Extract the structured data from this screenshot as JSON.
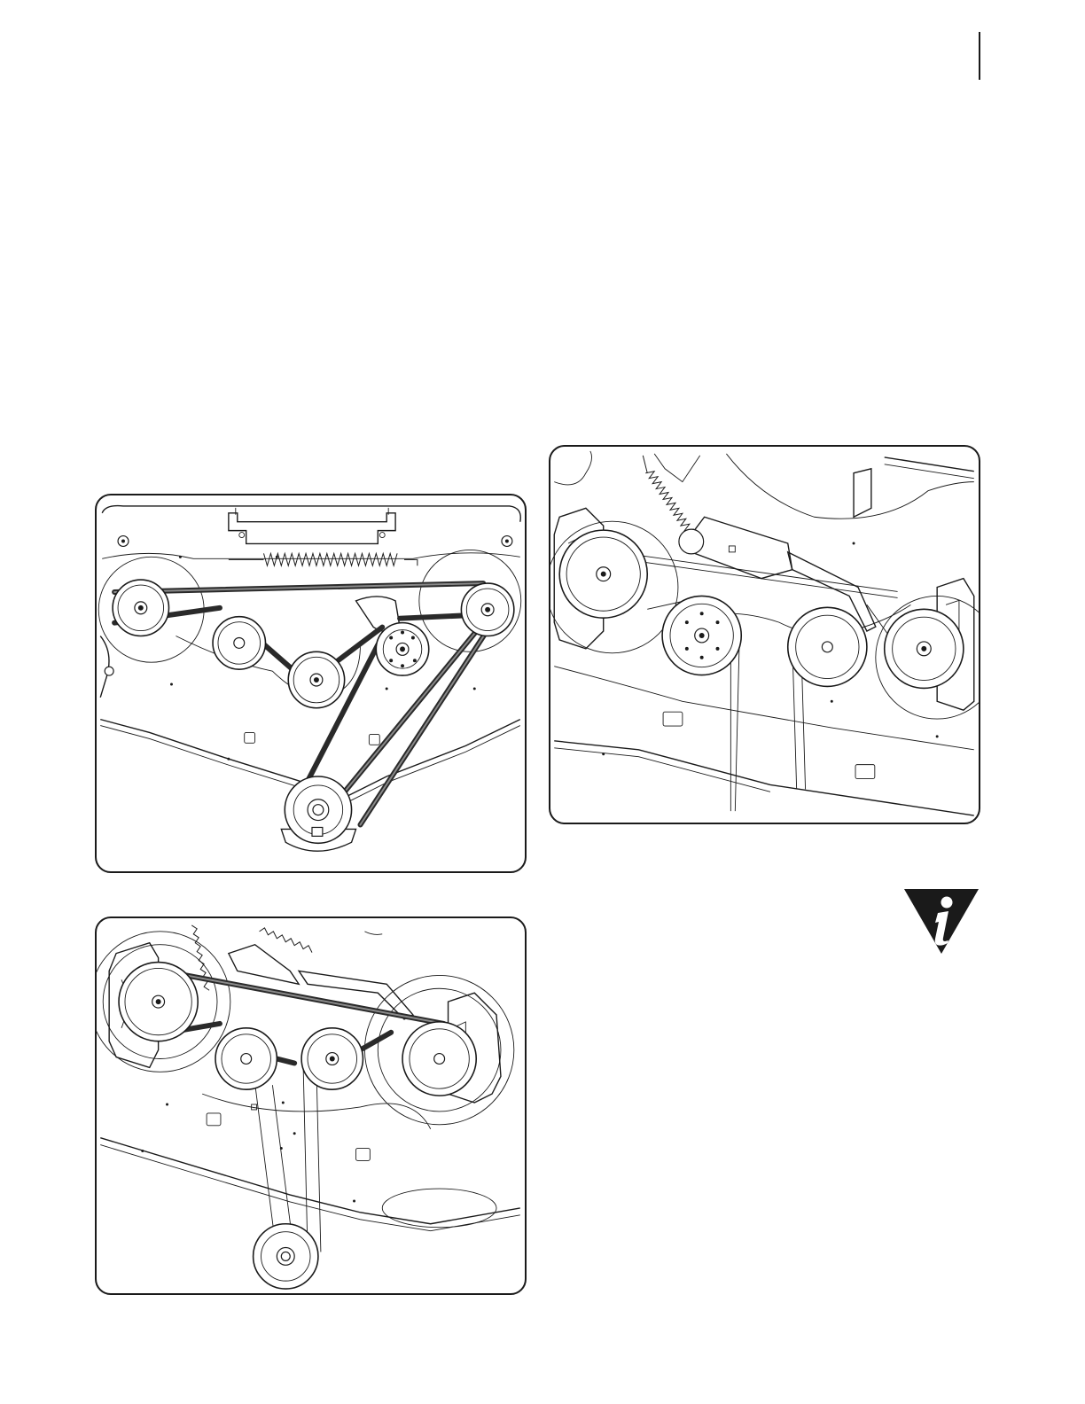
{
  "page": {
    "figures": [
      {
        "id": "figure-deck-belt-top",
        "kind": "line-drawing"
      },
      {
        "id": "figure-deck-belt-lower",
        "kind": "line-drawing"
      },
      {
        "id": "figure-deck-belt-right",
        "kind": "line-drawing"
      }
    ],
    "note_icon": {
      "icon": "information-icon",
      "color": "#1a1a1a"
    }
  }
}
